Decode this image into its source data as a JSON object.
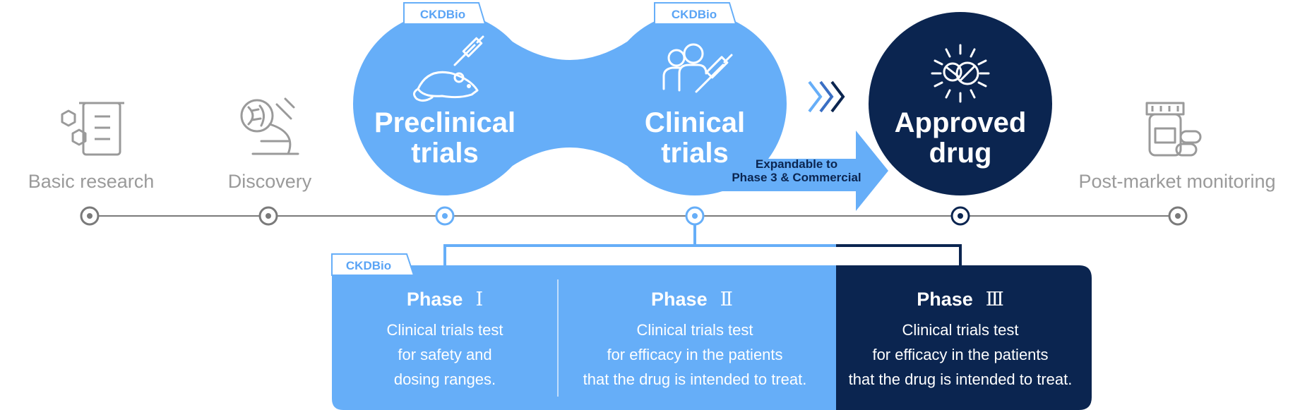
{
  "company_tag": "CKDBio",
  "stages": {
    "basic_research": "Basic research",
    "discovery": "Discovery",
    "preclinical": [
      "Preclinical",
      "trials"
    ],
    "clinical": [
      "Clinical",
      "trials"
    ],
    "approved": [
      "Approved",
      "drug"
    ],
    "post_market": "Post-market monitoring"
  },
  "arrow_label": [
    "Expandable to",
    "Phase 3 & Commercial"
  ],
  "phases": [
    {
      "title": "Phase",
      "numeral": "Ⅰ",
      "lines": [
        "Clinical trials test",
        "for safety and",
        "dosing ranges."
      ]
    },
    {
      "title": "Phase",
      "numeral": "Ⅱ",
      "lines": [
        "Clinical trials test",
        "for efficacy in the patients",
        "that the drug is intended to treat."
      ]
    },
    {
      "title": "Phase",
      "numeral": "Ⅲ",
      "lines": [
        "Clinical trials test",
        "for efficacy in the patients",
        "that the drug is intended to treat."
      ]
    }
  ],
  "icons": {
    "basic_research": "beaker-molecule-icon",
    "discovery": "microscope-dna-icon",
    "preclinical": "mouse-syringe-icon",
    "clinical": "people-syringe-icon",
    "approved": "pill-sparkle-icon",
    "post_market": "medicine-bottle-icon"
  },
  "colors": {
    "light_blue": "#66aef8",
    "navy": "#0b2550",
    "gray": "#9a9a9a",
    "timeline": "#7a7a7a"
  }
}
